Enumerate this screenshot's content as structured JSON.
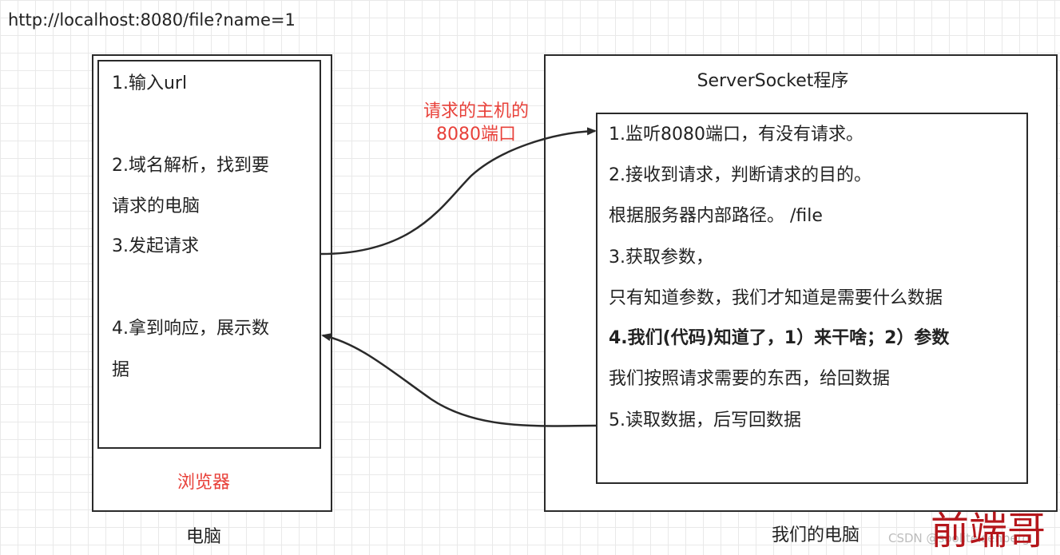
{
  "url": "http://localhost:8080/file?name=1",
  "browser_computer": {
    "caption": "电脑",
    "browser_label": "浏览器",
    "steps": [
      "1.输入url",
      "2.域名解析，找到要",
      "请求的电脑",
      "3.发起请求",
      "4.拿到响应，展示数",
      "据"
    ]
  },
  "server_computer": {
    "caption": "我们的电脑",
    "program_title": "ServerSocket程序",
    "steps": [
      "1.监听8080端口，有没有请求。",
      "2.接收到请求，判断请求的目的。",
      "根据服务器内部路径。 /file",
      "3.获取参数，",
      "只有知道参数，我们才知道是需要什么数据",
      "4.我们(代码)知道了，1）来干啥；2）参数",
      "我们按照请求需要的东西，给回数据",
      "5.读取数据，后写回数据"
    ]
  },
  "request_label": [
    "请求的主机的",
    "8080端口"
  ],
  "watermark": "前端哥",
  "csdn_mark": "CSDN @sooliteisenberg",
  "colors": {
    "red": "#e8413a",
    "stroke": "#2a2a2a",
    "watermark": "#b5161b"
  }
}
